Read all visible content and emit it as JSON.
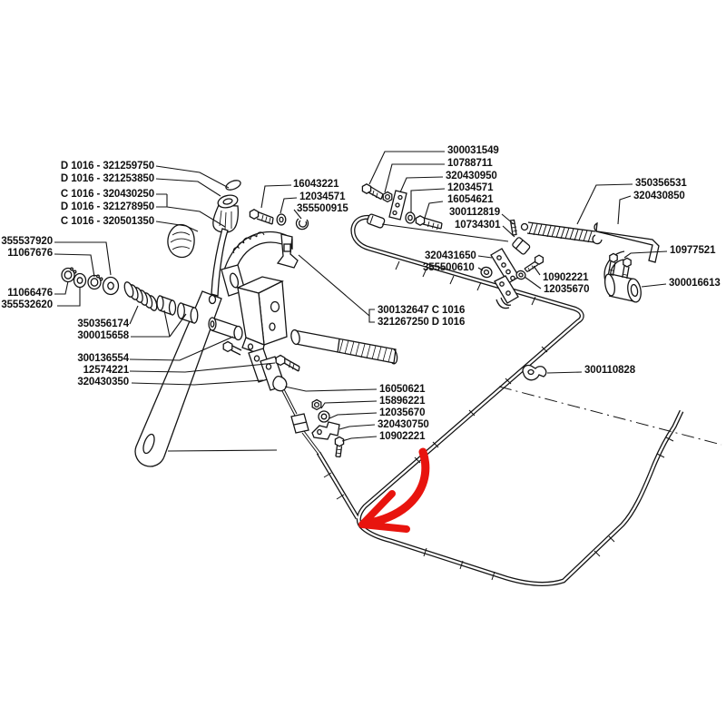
{
  "diagram": {
    "type": "exploded-parts-diagram",
    "background_color": "#ffffff",
    "line_color": "#141414",
    "highlight_arrow_color": "#e8140e",
    "labels": [
      {
        "text": "D 1016 - 321259750"
      },
      {
        "text": "D 1016 - 321253850"
      },
      {
        "text": "C 1016 - 320430250"
      },
      {
        "text": "D 1016 - 321278950"
      },
      {
        "text": "C 1016 - 320501350"
      },
      {
        "text": "355537920"
      },
      {
        "text": "11067676"
      },
      {
        "text": "11066476"
      },
      {
        "text": "355532620"
      },
      {
        "text": "350356174"
      },
      {
        "text": "300015658"
      },
      {
        "text": "300136554"
      },
      {
        "text": "12574221"
      },
      {
        "text": "320430350"
      },
      {
        "text": "16043221"
      },
      {
        "text": "12034571"
      },
      {
        "text": "355500915"
      },
      {
        "text": "300031549"
      },
      {
        "text": "10788711"
      },
      {
        "text": "320430950"
      },
      {
        "text": "12034571"
      },
      {
        "text": "16054621"
      },
      {
        "text": "300112819"
      },
      {
        "text": "10734301"
      },
      {
        "text": "350356531"
      },
      {
        "text": "320430850"
      },
      {
        "text": "10977521"
      },
      {
        "text": "300016613"
      },
      {
        "text": "320431650"
      },
      {
        "text": "355500610"
      },
      {
        "text": "10902221"
      },
      {
        "text": "12035670"
      },
      {
        "text": "300132647 C 1016"
      },
      {
        "text": "321267250 D 1016"
      },
      {
        "text": "300110828"
      },
      {
        "text": "16050621"
      },
      {
        "text": "15896221"
      },
      {
        "text": "12035670"
      },
      {
        "text": "320430750"
      },
      {
        "text": "10902221"
      }
    ]
  }
}
